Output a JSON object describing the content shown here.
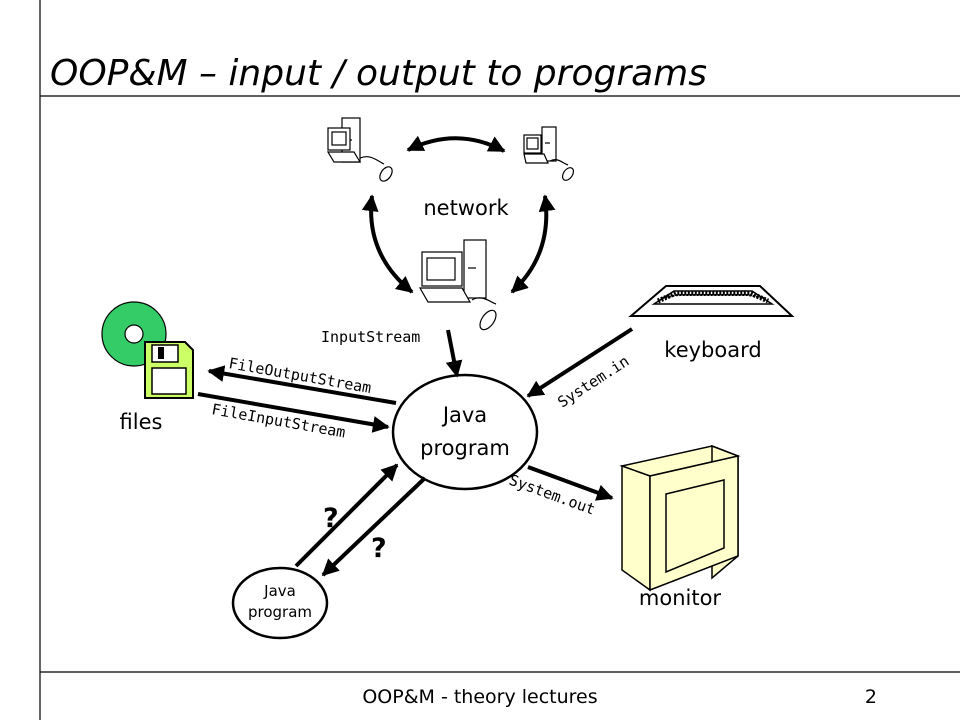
{
  "slide": {
    "title": "OOP&M – input / output to programs",
    "footer": "OOP&M - theory lectures",
    "page_number": "2"
  },
  "diagram": {
    "network_label": "network",
    "files_label": "files",
    "keyboard_label": "keyboard",
    "monitor_label": "monitor",
    "main_program": {
      "line1": "Java",
      "line2": "program"
    },
    "other_program": {
      "line1": "Java",
      "line2": "program"
    },
    "streams": {
      "input_stream": "InputStream",
      "file_output_stream": "FileOutputStream",
      "file_input_stream": "FileInputStream",
      "system_in": "System.in",
      "system_out": "System.out"
    },
    "question_marks": [
      "?",
      "?"
    ]
  },
  "colors": {
    "disk": "#33cc66",
    "floppy": "#ccff66",
    "monitor": "#ffffcc"
  }
}
